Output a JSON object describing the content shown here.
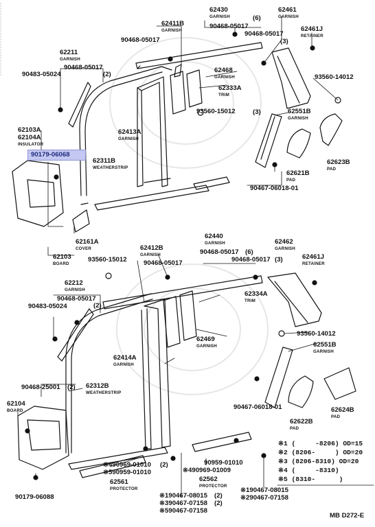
{
  "labels": {
    "l62430": "62430",
    "l62430g": "GARNISH",
    "l62430n": "(6)",
    "l62461top": "62461",
    "l62461topg": "GARNISH",
    "l62411b": "62411B",
    "l62411bg": "GARNISH",
    "l90468a": "90468-05017",
    "l90468b": "90468-05017",
    "l90468c": "90468-05017",
    "l90468cn": "(3)",
    "l62461j": "62461J",
    "l62461jg": "RETAINER",
    "l62211": "62211",
    "l62211g": "GARNISH",
    "l90468d": "90468-05017",
    "l90468dn": "(2)",
    "l90483a": "90483-05024",
    "l62468": "62468",
    "l62468g": "GARNISH",
    "l62333a": "62333A",
    "l62333at": "TRIM",
    "l93560a": "93560-14012",
    "l93560b": "93560-15012",
    "l93560bn": "(3)",
    "l62551b": "62551B",
    "l62551bg": "GARNISH",
    "l62103a": "62103A",
    "l62104a": "62104A",
    "l62103ai": "INSULATOR",
    "l62413a": "62413A",
    "l62413ag": "GARNISH",
    "l62311b": "62311B",
    "l62311bw": "WEATHERSTRIP",
    "l62621b": "62621B",
    "l62621bp": "PAD",
    "l62623b": "62623B",
    "l62623bp": "PAD",
    "l90467a": "90467-06018-01",
    "l62161a": "62161A",
    "l62161ac": "COVER",
    "l62103": "62103",
    "l62103b": "BOARD",
    "l62440": "62440",
    "l62440g": "GARNISH",
    "l62412b": "62412B",
    "l62412bg": "GARNISH",
    "l90468e": "90468-05017",
    "l90468en": "(6)",
    "l62462": "62462",
    "l62462g": "GARNISH",
    "l93560c": "93560-15012",
    "l90468f": "90468-05017",
    "l90468g": "90468-05017",
    "l90468gn": "(3)",
    "l62461j2": "62461J",
    "l62461j2g": "RETAINER",
    "l62212": "62212",
    "l62212g": "GARNISH",
    "l62334a": "62334A",
    "l62334at": "TRIM",
    "l90468h": "90468-05017",
    "l90468hn": "(2)",
    "l90483b": "90483-05024",
    "l93560d": "93560-14012",
    "l62469": "62469",
    "l62469g": "GARNISH",
    "l62551b2": "62551B",
    "l62551b2g": "GARNISH",
    "l62414a": "62414A",
    "l62414ag": "GARNISH",
    "l90468i": "90468-25001",
    "l90468in": "(2)",
    "l62312b": "62312B",
    "l62312bw": "WEATHERSTRIP",
    "l62104": "62104",
    "l62104b": "BOARD",
    "l90467b": "90467-06018-01",
    "l62622b": "62622B",
    "l62622bp": "PAD",
    "l62624b": "62624B",
    "l62624bp": "PAD",
    "l90969a": "※490969-01010",
    "l90969an": "(2)",
    "l90959a": "※590959-01010",
    "l90959b": "90959-01010",
    "l90969b": "※490969-01009",
    "l62561": "62561",
    "l62561p": "PROTECTOR",
    "l62562": "62562",
    "l62562p": "PROTECTOR",
    "l90467c": "※190467-08015",
    "l90467cn": "(2)",
    "l90467d": "※390467-07158",
    "l90467dn": "(2)",
    "l90467e": "※590467-07158",
    "l90467f": "※190467-08015",
    "l90467g": "※290467-07158",
    "l90179": "90179-06088"
  },
  "highlight": "90179-06068",
  "legend": [
    "※1 (     -8206) OD=15",
    "※2 (8206-     ) OD=20",
    "※3 (8206-8310) OD=20",
    "※4 (     -8310)",
    "※5 (8310-      )"
  ],
  "diagram_code": "MB D272-E"
}
